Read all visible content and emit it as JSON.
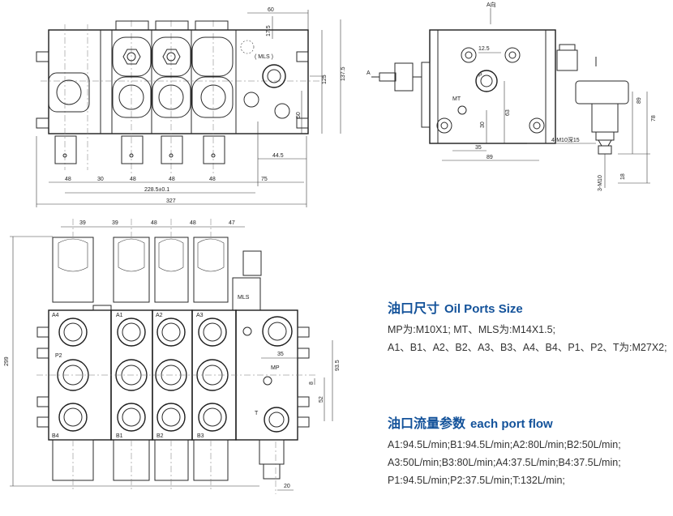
{
  "drawing": {
    "view_labels": {
      "a_view": "A向",
      "arrow_a": "A"
    },
    "top_view": {
      "dims": {
        "d60": "60",
        "d175": "17.5",
        "d125": "125",
        "d1375": "137.5",
        "d50": "50",
        "d445": "44.5",
        "d48a": "48",
        "d30": "30",
        "d48b": "48",
        "d48c": "48",
        "d48d": "48",
        "d75": "75",
        "d2285": "228.5±0.1",
        "d327": "327"
      },
      "mls": "( MLS )"
    },
    "side_view": {
      "dims": {
        "d125": "12.5",
        "d63": "63",
        "d30": "30",
        "d35": "35",
        "d89a": "89",
        "d89b": "89",
        "d78": "78",
        "d18": "18",
        "m10": "3-M10",
        "holes": "4-M10深15"
      },
      "labels": {
        "p": "P",
        "mt": "MT"
      }
    },
    "front_view": {
      "dims": {
        "d39a": "39",
        "d39b": "39",
        "d48a": "48",
        "d48b": "48",
        "d47": "47",
        "d299": "299",
        "d35": "35",
        "d935": "93.5",
        "d8": "8",
        "d52": "52",
        "d20": "20"
      },
      "ports": {
        "a4": "A4",
        "a1": "A1",
        "a2": "A2",
        "a3": "A3",
        "p2": "P2",
        "b4": "B4",
        "b1": "B1",
        "b2": "B2",
        "b3": "B3",
        "mls": "MLS",
        "mp": "MP",
        "t": "T"
      }
    }
  },
  "oil_ports": {
    "title_cn": "油口尺寸",
    "title_en": "Oil Ports Size",
    "lines": [
      "MP为:M10X1; MT、MLS为:M14X1.5;",
      "A1、B1、A2、B2、A3、B3、A4、B4、P1、P2、T为:M27X2;"
    ]
  },
  "port_flow": {
    "title_cn": "油口流量参数",
    "title_en": "each port flow",
    "lines": [
      "A1:94.5L/min;B1:94.5L/min;A2:80L/min;B2:50L/min;",
      "A3:50L/min;B3:80L/min;A4:37.5L/min;B4:37.5L/min;",
      "P1:94.5L/min;P2:37.5L/min;T:132L/min;"
    ]
  }
}
